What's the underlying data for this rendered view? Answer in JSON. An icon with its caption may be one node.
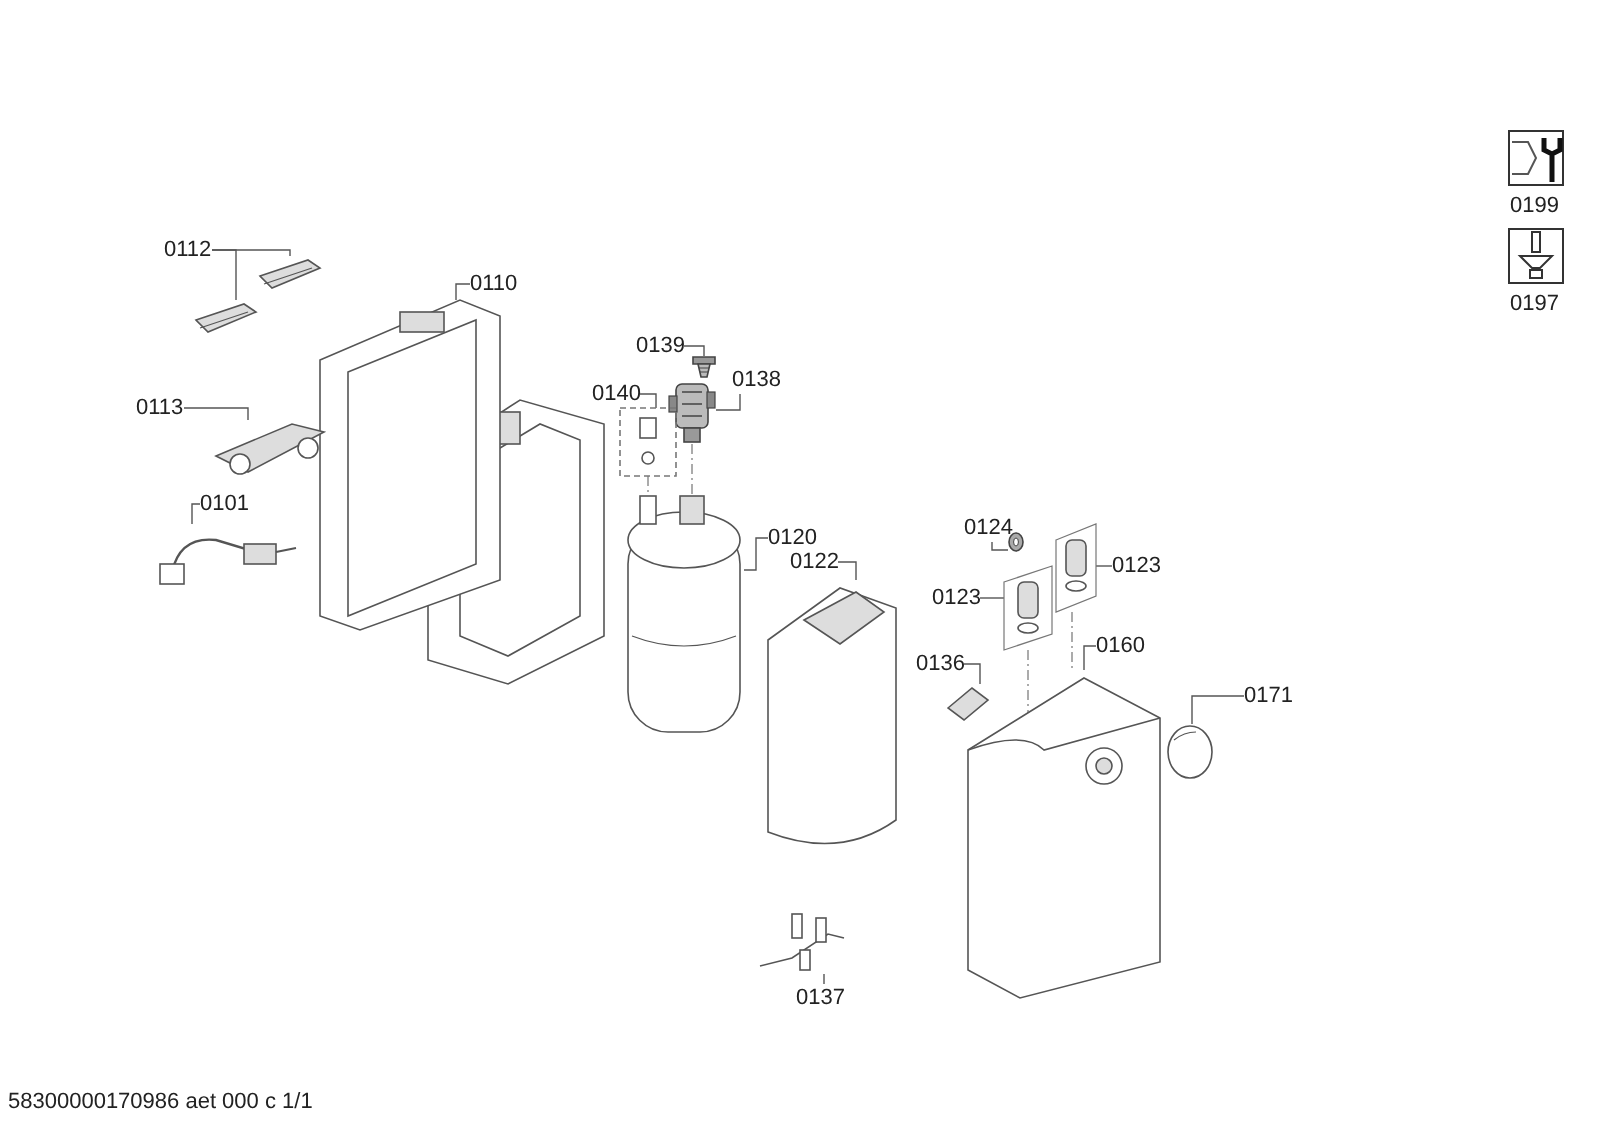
{
  "diagram": {
    "nodes": [
      {
        "text": [
          "0112"
        ]
      },
      {
        "text": [],
        "shape": "picture"
      },
      {
        "text": [],
        "shape": "picture"
      },
      {
        "text": [
          "0110"
        ]
      },
      {
        "text": [],
        "shape": "picture"
      },
      {
        "text": [
          "0113"
        ]
      },
      {
        "text": [],
        "shape": "picture"
      },
      {
        "text": [
          "0101"
        ]
      },
      {
        "text": [],
        "shape": "picture"
      },
      {
        "text": [
          "0139"
        ]
      },
      {
        "text": [],
        "shape": "picture"
      },
      {
        "text": [
          "0138"
        ]
      },
      {
        "text": [],
        "shape": "picture"
      },
      {
        "text": [
          "0140"
        ]
      },
      {
        "text": [],
        "shape": "picture"
      },
      {
        "text": [
          "0120"
        ]
      },
      {
        "text": [],
        "shape": "picture"
      },
      {
        "text": [
          "0122"
        ]
      },
      {
        "text": [],
        "shape": "picture"
      },
      {
        "text": [
          "0124"
        ]
      },
      {
        "text": [],
        "shape": "picture"
      },
      {
        "text": [
          "0123"
        ]
      },
      {
        "text": [],
        "shape": "picture"
      },
      {
        "text": [
          "0123"
        ]
      },
      {
        "text": [],
        "shape": "picture"
      },
      {
        "text": [
          "0136"
        ]
      },
      {
        "text": [],
        "shape": "picture"
      },
      {
        "text": [
          "0160"
        ]
      },
      {
        "text": [],
        "shape": "picture"
      },
      {
        "text": [
          "0171"
        ]
      },
      {
        "text": [],
        "shape": "picture"
      },
      {
        "text": [
          "0137"
        ]
      },
      {
        "text": [],
        "shape": "picture"
      }
    ],
    "edges": [
      {
        "from": 0,
        "to": 1,
        "arrow": "none"
      },
      {
        "from": 0,
        "to": 2,
        "arrow": "none"
      },
      {
        "from": 3,
        "to": 4,
        "arrow": "none"
      },
      {
        "from": 5,
        "to": 6,
        "arrow": "none"
      },
      {
        "from": 7,
        "to": 8,
        "arrow": "none"
      },
      {
        "from": 9,
        "to": 10,
        "arrow": "none"
      },
      {
        "from": 11,
        "to": 12,
        "arrow": "none"
      },
      {
        "from": 13,
        "to": 14,
        "arrow": "none"
      },
      {
        "from": 15,
        "to": 16,
        "arrow": "none"
      },
      {
        "from": 17,
        "to": 18,
        "arrow": "none"
      },
      {
        "from": 19,
        "to": 20,
        "arrow": "none"
      },
      {
        "from": 21,
        "to": 22,
        "arrow": "none"
      },
      {
        "from": 23,
        "to": 24,
        "arrow": "none"
      },
      {
        "from": 25,
        "to": 26,
        "arrow": "none"
      },
      {
        "from": 27,
        "to": 28,
        "arrow": "none"
      },
      {
        "from": 29,
        "to": 30,
        "arrow": "none"
      },
      {
        "from": 31,
        "to": 32,
        "arrow": "none"
      },
      {
        "from": 12,
        "to": 16,
        "arrow": "none",
        "style": "dashed"
      },
      {
        "from": 14,
        "to": 16,
        "arrow": "none",
        "style": "dashed"
      },
      {
        "from": 22,
        "to": 28,
        "arrow": "none",
        "style": "dashed"
      },
      {
        "from": 24,
        "to": 28,
        "arrow": "none",
        "style": "dashed"
      }
    ],
    "labels": [
      "0199",
      "0197",
      "58300000170986 aet 000 c 1/1"
    ]
  }
}
